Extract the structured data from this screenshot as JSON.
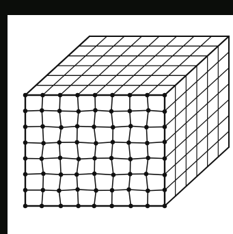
{
  "colors": {
    "frame": "#0b0d0a",
    "panel": "#ffffff",
    "ink": "#111111"
  },
  "figure": {
    "subject": "cube mesh",
    "front_grid_cells": [
      8,
      7
    ],
    "depth_cells": 6
  }
}
